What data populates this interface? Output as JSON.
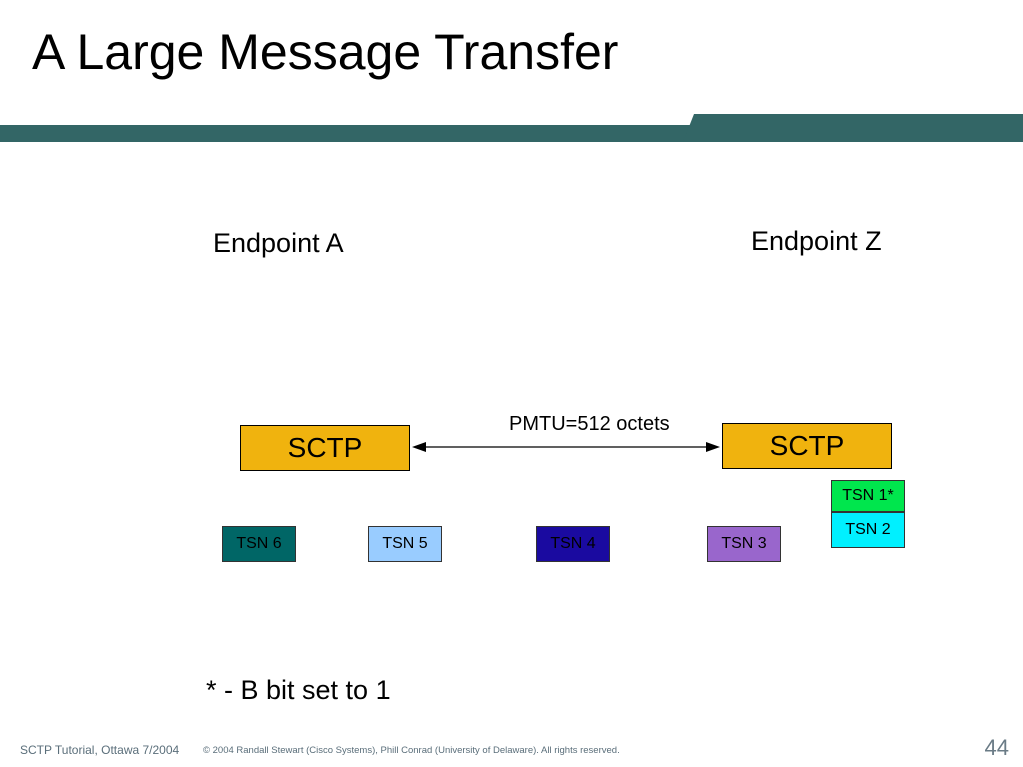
{
  "slide": {
    "title": "A Large Message Transfer",
    "endpoint_a": "Endpoint A",
    "endpoint_z": "Endpoint Z",
    "sctp_left": "SCTP",
    "sctp_right": "SCTP",
    "pmtu": "PMTU=512 octets",
    "note": "* - B bit set to 1"
  },
  "chunks": [
    {
      "label": "TSN 1*",
      "color": "#00e64d"
    },
    {
      "label": "TSN 2",
      "color": "#00f0ff"
    },
    {
      "label": "TSN 3",
      "color": "#9966cc"
    },
    {
      "label": "TSN 4",
      "color": "#1a0aa0"
    },
    {
      "label": "TSN 5",
      "color": "#99ccff"
    },
    {
      "label": "TSN 6",
      "color": "#006666"
    }
  ],
  "colors": {
    "band": "#336666",
    "sctp_box": "#f0b30e"
  },
  "footer": {
    "left": "SCTP Tutorial, Ottawa 7/2004",
    "copyright": "© 2004 Randall Stewart (Cisco Systems), Phill Conrad (University of Delaware). All rights reserved.",
    "page": "44"
  }
}
